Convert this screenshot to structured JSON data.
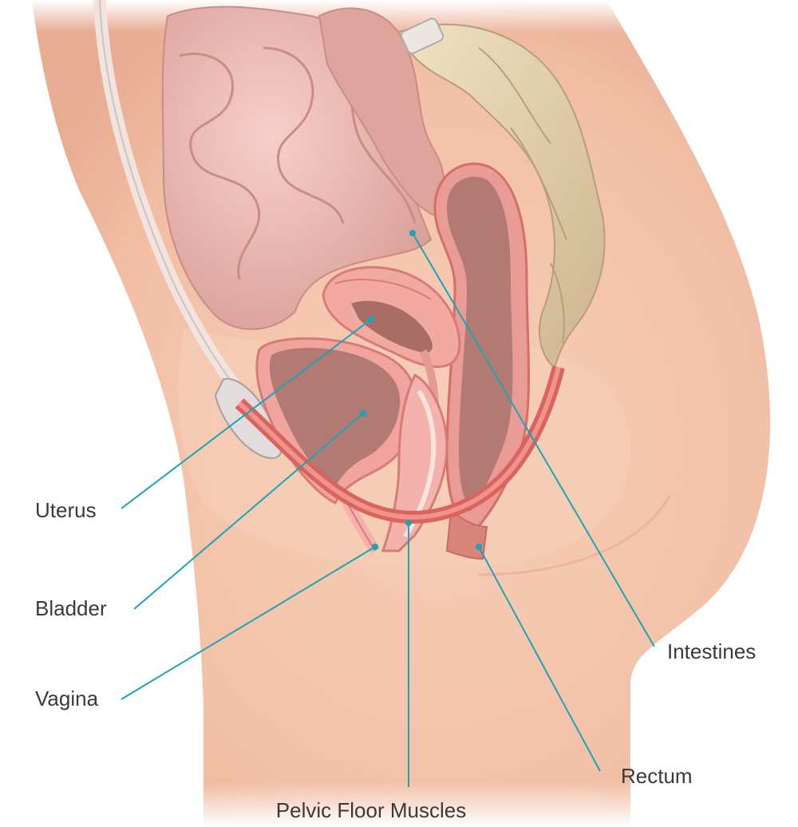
{
  "labels": {
    "uterus": "Uterus",
    "bladder": "Bladder",
    "vagina": "Vagina",
    "pelvic_floor_muscles": "Pelvic Floor Muscles",
    "rectum": "Rectum",
    "intestines": "Intestines"
  },
  "colors": {
    "leader_line": "#1aa5b6",
    "label_text": "#3a3a3a",
    "skin": "#f3c6ad",
    "intestine": "#edbcb4",
    "bone": "#e8d7b6",
    "muscle": "#d9645e",
    "organ_interior": "#b87c72"
  }
}
